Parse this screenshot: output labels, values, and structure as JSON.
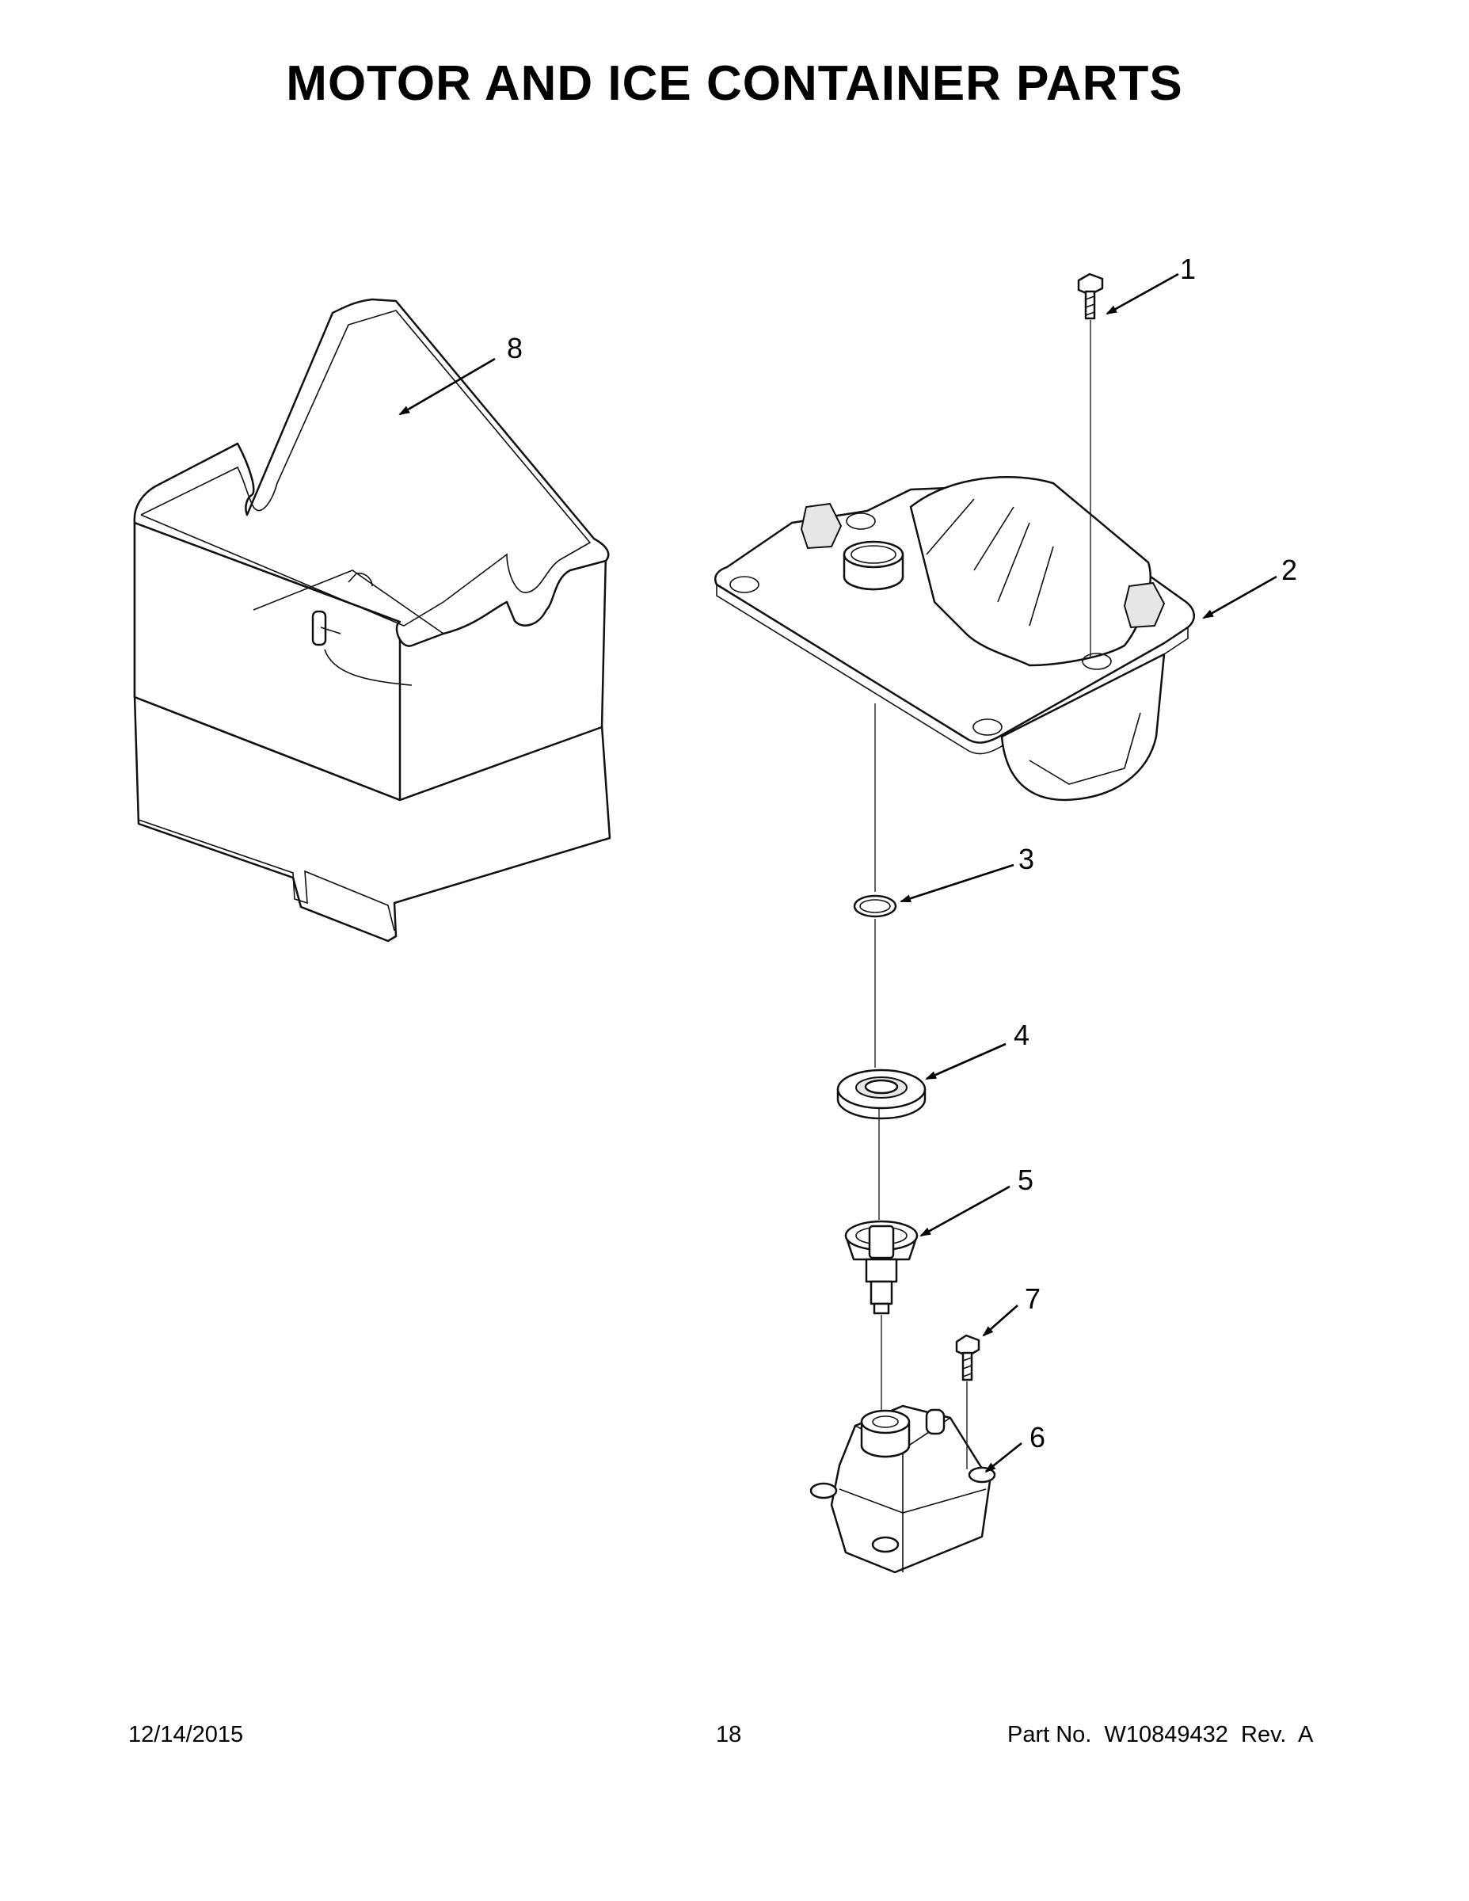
{
  "title": "MOTOR AND ICE CONTAINER PARTS",
  "callouts": [
    {
      "id": "1",
      "label": "1",
      "part": "screw"
    },
    {
      "id": "2",
      "label": "2",
      "part": "ice-crusher-housing"
    },
    {
      "id": "3",
      "label": "3",
      "part": "ring"
    },
    {
      "id": "4",
      "label": "4",
      "part": "bearing-seal"
    },
    {
      "id": "5",
      "label": "5",
      "part": "coupler"
    },
    {
      "id": "6",
      "label": "6",
      "part": "auger-motor"
    },
    {
      "id": "7",
      "label": "7",
      "part": "motor-screw"
    },
    {
      "id": "8",
      "label": "8",
      "part": "ice-container"
    }
  ],
  "footer": {
    "date": "12/14/2015",
    "page": "18",
    "part_no": "Part No.  W10849432  Rev.  A"
  }
}
